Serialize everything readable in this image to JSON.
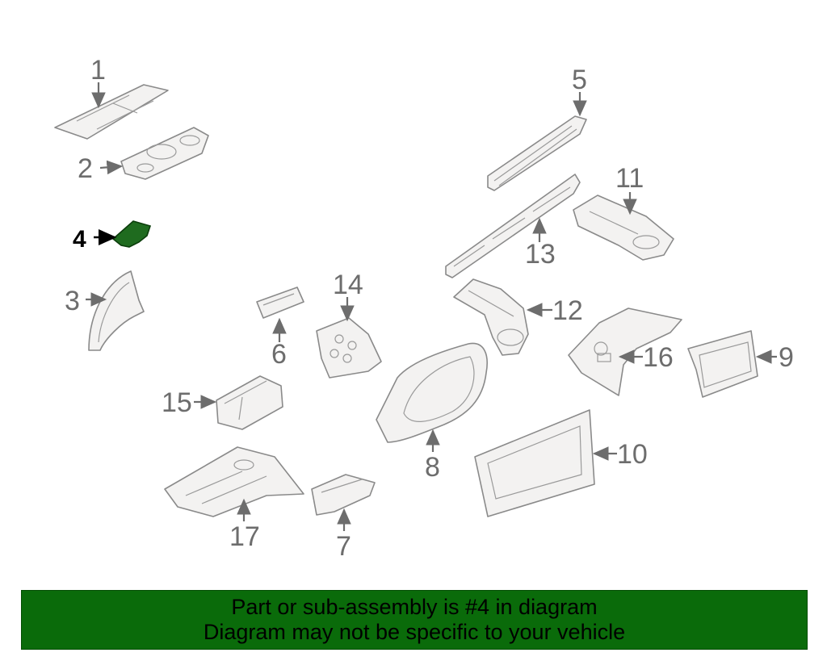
{
  "diagram": {
    "highlighted_part": "4",
    "highlight_color": "#1f6b1f",
    "callouts": [
      "1",
      "2",
      "3",
      "4",
      "5",
      "6",
      "7",
      "8",
      "9",
      "10",
      "11",
      "12",
      "13",
      "14",
      "15",
      "16",
      "17"
    ]
  },
  "banner": {
    "line1": "Part or sub-assembly is #4 in diagram",
    "line2": "Diagram may not be specific to your vehicle",
    "background": "#0a6b0a"
  }
}
